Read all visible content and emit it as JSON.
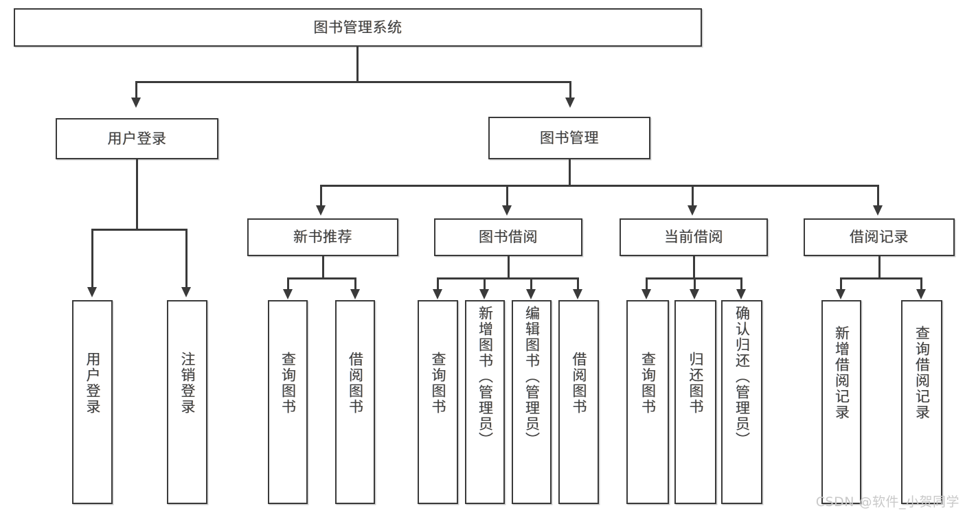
{
  "diagram": {
    "title": "图书管理系统",
    "watermark": "CSDN @软件_小贺同学",
    "stroke_color": "#3a3a3a",
    "text_color": "#3f3f3f",
    "background_color": "#ffffff",
    "watermark_color": "#c9c9c9"
  },
  "root": {
    "label": "图书管理系统"
  },
  "level2": [
    {
      "label": "用户登录"
    },
    {
      "label": "图书管理"
    }
  ],
  "level3": [
    {
      "label": "新书推荐"
    },
    {
      "label": "图书借阅"
    },
    {
      "label": "当前借阅"
    },
    {
      "label": "借阅记录"
    }
  ],
  "leaves": {
    "user_login": [
      {
        "label": "用户登录"
      },
      {
        "label": "注销登录"
      }
    ],
    "new_books": [
      {
        "label": "查询图书"
      },
      {
        "label": "借阅图书"
      }
    ],
    "book_borrow": [
      {
        "label": "查询图书"
      },
      {
        "label": "新增图书（管理员）"
      },
      {
        "label": "编辑图书（管理员）"
      },
      {
        "label": "借阅图书"
      }
    ],
    "current_borrow": [
      {
        "label": "查询图书"
      },
      {
        "label": "归还图书"
      },
      {
        "label": "确认归还（管理员）"
      }
    ],
    "borrow_records": [
      {
        "label": "新增借阅记录"
      },
      {
        "label": "查询借阅记录"
      }
    ]
  }
}
